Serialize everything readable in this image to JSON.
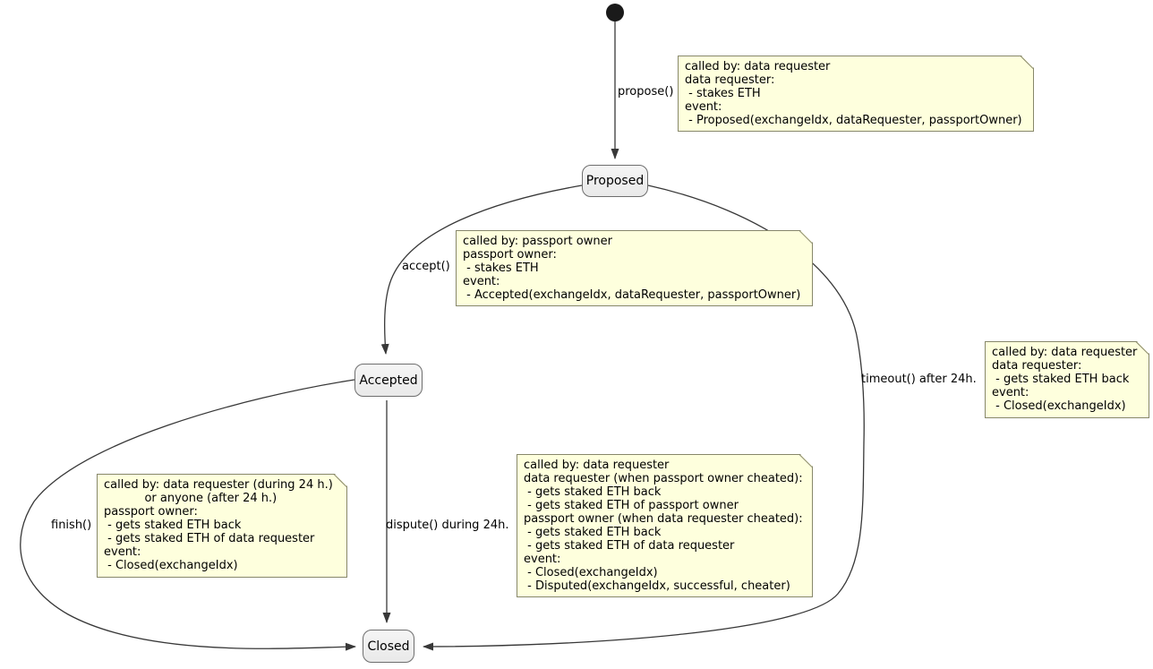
{
  "diagram_type": "uml-state-diagram",
  "states": {
    "proposed": {
      "label": "Proposed"
    },
    "accepted": {
      "label": "Accepted"
    },
    "closed": {
      "label": "Closed"
    }
  },
  "transitions": {
    "propose": {
      "label": "propose()",
      "from": "initial",
      "to": "Proposed"
    },
    "accept": {
      "label": "accept()",
      "from": "Proposed",
      "to": "Accepted"
    },
    "timeout": {
      "label": "timeout() after 24h.",
      "from": "Proposed",
      "to": "Closed"
    },
    "finish": {
      "label": "finish()",
      "from": "Accepted",
      "to": "Closed"
    },
    "dispute": {
      "label": "dispute() during 24h.",
      "from": "Accepted",
      "to": "Closed"
    }
  },
  "notes": {
    "propose": {
      "text": "called by: data requester\ndata requester:\n - stakes ETH\nevent:\n - Proposed(exchangeIdx, dataRequester, passportOwner)"
    },
    "accept": {
      "text": "called by: passport owner\npassport owner:\n - stakes ETH\nevent:\n - Accepted(exchangeIdx, dataRequester, passportOwner)"
    },
    "timeout": {
      "text": "called by: data requester\ndata requester:\n - gets staked ETH back\nevent:\n - Closed(exchangeIdx)"
    },
    "finish": {
      "text": "called by: data requester (during 24 h.)\n           or anyone (after 24 h.)\npassport owner:\n - gets staked ETH back\n - gets staked ETH of data requester\nevent:\n - Closed(exchangeIdx)"
    },
    "dispute": {
      "text": "called by: data requester\ndata requester (when passport owner cheated):\n - gets staked ETH back\n - gets staked ETH of passport owner\npassport owner (when data requester cheated):\n - gets staked ETH back\n - gets staked ETH of data requester\nevent:\n - Closed(exchangeIdx)\n - Disputed(exchangeIdx, successful, cheater)"
    }
  },
  "colors": {
    "note_background": "#feffdd",
    "note_border": "#87876a",
    "state_background": "#eeeeee",
    "state_border": "#6e6e6e",
    "edge": "#383838",
    "initial_dot": "#1a1a1a",
    "page_background": "#ffffff"
  }
}
